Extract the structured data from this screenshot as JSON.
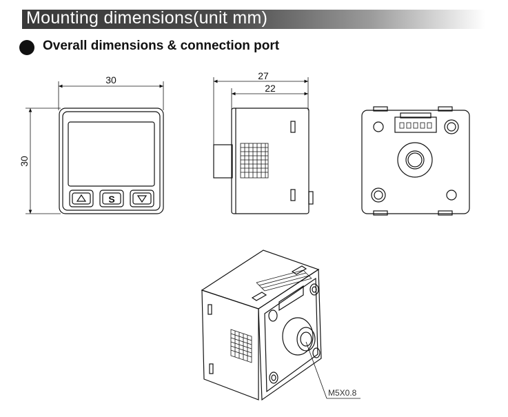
{
  "header": {
    "title": "Mounting dimensions(unit mm)"
  },
  "section": {
    "subtitle": "Overall dimensions & connection port"
  },
  "dimensions": {
    "front_width": "30",
    "front_height": "30",
    "side_total_depth": "27",
    "side_body_depth": "22",
    "port_thread": "M5X0.8"
  },
  "buttons": {
    "up_symbol": "△",
    "set_label": "S",
    "down_symbol": "▽"
  }
}
